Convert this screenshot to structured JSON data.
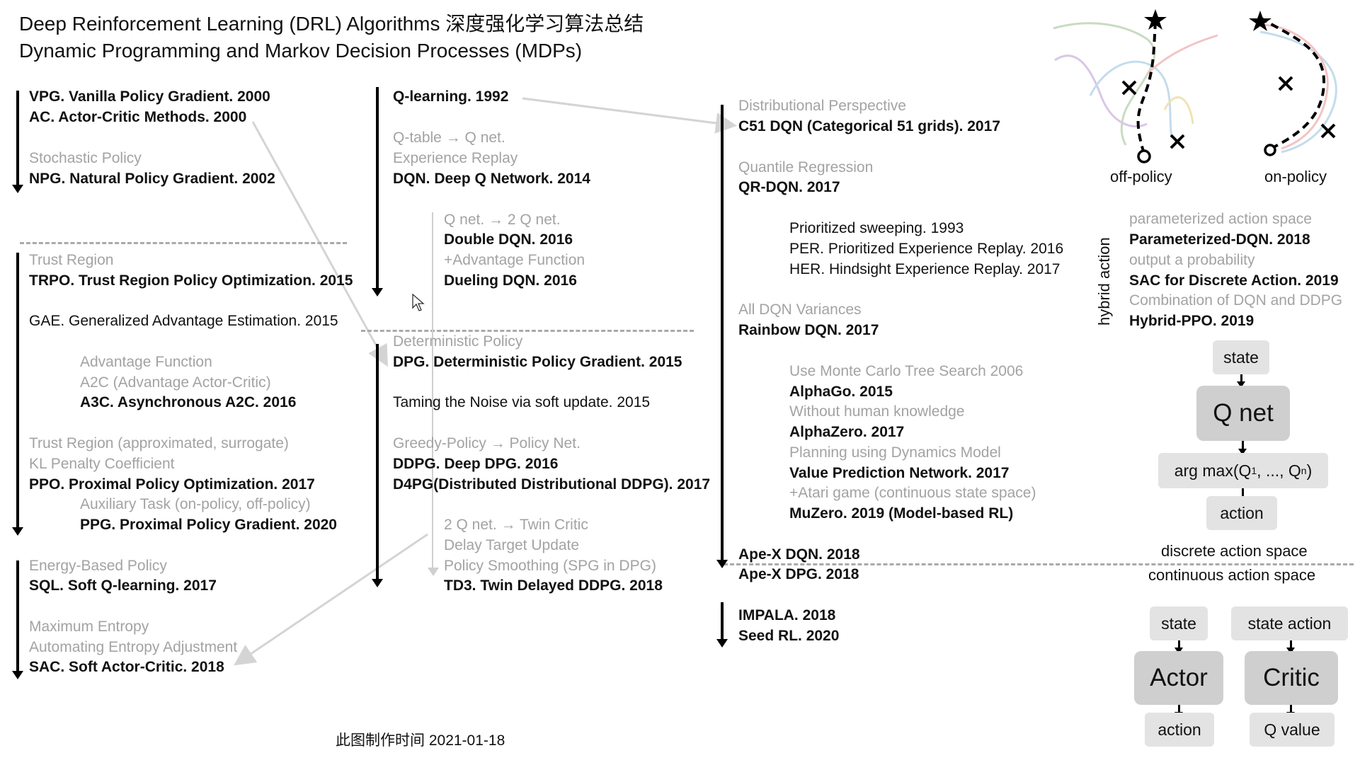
{
  "header": {
    "title_line1": "Deep Reinforcement Learning (DRL) Algorithms 深度强化学习算法总结",
    "title_line2": "Dynamic Programming and Markov Decision Processes (MDPs)"
  },
  "col1": {
    "vpg": "VPG. Vanilla Policy Gradient. 2000",
    "ac": "AC. Actor-Critic Methods. 2000",
    "stochastic": "Stochastic Policy",
    "npg": "NPG. Natural Policy Gradient. 2002",
    "trust_region": "Trust Region",
    "trpo": "TRPO. Trust Region Policy Optimization. 2015",
    "gae": "GAE. Generalized Advantage Estimation. 2015",
    "adv_fn": "Advantage Function",
    "a2c": "A2C (Advantage Actor-Critic)",
    "a3c": "A3C. Asynchronous A2C. 2016",
    "tr_approx": "Trust Region (approximated, surrogate)",
    "kl": "KL Penalty Coefficient",
    "ppo": "PPO. Proximal Policy Optimization. 2017",
    "aux": "Auxiliary Task (on-policy, off-policy)",
    "ppg": "PPG. Proximal Policy Gradient. 2020",
    "energy": "Energy-Based Policy",
    "sql": "SQL. Soft Q-learning. 2017",
    "maxent": "Maximum Entropy",
    "auto_ent": "Automating Entropy Adjustment",
    "sac": "SAC. Soft Actor-Critic. 2018"
  },
  "col2": {
    "qlearning": "Q-learning. 1992",
    "qtable": "Q-table → Q net.",
    "exp_replay": "Experience Replay",
    "dqn": "DQN. Deep Q Network. 2014",
    "q2q": "Q net. → 2 Q net.",
    "double": "Double DQN. 2016",
    "adv": "+Advantage Function",
    "dueling": "Dueling DQN. 2016",
    "det_policy": "Deterministic Policy",
    "dpg": "DPG. Deterministic Policy Gradient. 2015",
    "taming": "Taming the Noise via soft update. 2015",
    "greedy": "Greedy-Policy → Policy Net.",
    "ddpg": "DDPG. Deep DPG. 2016",
    "d4pg": "D4PG(Distributed Distributional DDPG). 2017",
    "twin": "2 Q net. → Twin Critic",
    "delay": "Delay Target Update",
    "smoothing": "Policy Smoothing (SPG in DPG)",
    "td3": "TD3. Twin Delayed DDPG. 2018"
  },
  "col3": {
    "distributional": "Distributional Perspective",
    "c51": "C51 DQN (Categorical 51 grids). 2017",
    "quantile": "Quantile Regression",
    "qrdqn": "QR-DQN. 2017",
    "prioritized": "Prioritized sweeping. 1993",
    "per": "PER. Prioritized Experience Replay. 2016",
    "her": "HER. Hindsight Experience Replay. 2017",
    "all_var": "All DQN Variances",
    "rainbow": "Rainbow DQN. 2017",
    "mcts": "Use Monte Carlo Tree Search 2006",
    "alphago": "AlphaGo. 2015",
    "no_human": "Without human knowledge",
    "alphazero": "AlphaZero. 2017",
    "planning": "Planning using Dynamics Model",
    "vpn": "Value Prediction Network. 2017",
    "atari": "+Atari game (continuous state space)",
    "muzero": "MuZero. 2019 (Model-based RL)",
    "apex_dqn": "Ape-X DQN. 2018",
    "apex_dpg": "Ape-X DPG. 2018",
    "impala": "IMPALA. 2018",
    "seed": "Seed RL. 2020"
  },
  "right": {
    "off_policy": "off-policy",
    "on_policy": "on-policy",
    "hybrid_action": "hybrid action",
    "param_space": "parameterized action space",
    "param_dqn": "Parameterized-DQN. 2018",
    "output_prob": "output a probability",
    "sac_discrete": "SAC for Discrete Action. 2019",
    "combination": "Combination of DQN and DDPG",
    "hybrid_ppo": "Hybrid-PPO. 2019",
    "state": "state",
    "q_net": "Q net",
    "argmax_prefix": "arg max(Q",
    "argmax_sub1": "1",
    "argmax_mid": ", ..., Q",
    "argmax_subn": "n",
    "argmax_suffix": ")",
    "action": "action",
    "discrete_space": "discrete action space",
    "continuous_space": "continuous action space",
    "state2": "state",
    "state_action": "state action",
    "actor": "Actor",
    "critic": "Critic",
    "action2": "action",
    "q_value": "Q value"
  },
  "footer": {
    "date_note": "此图制作时间 2021-01-18"
  }
}
